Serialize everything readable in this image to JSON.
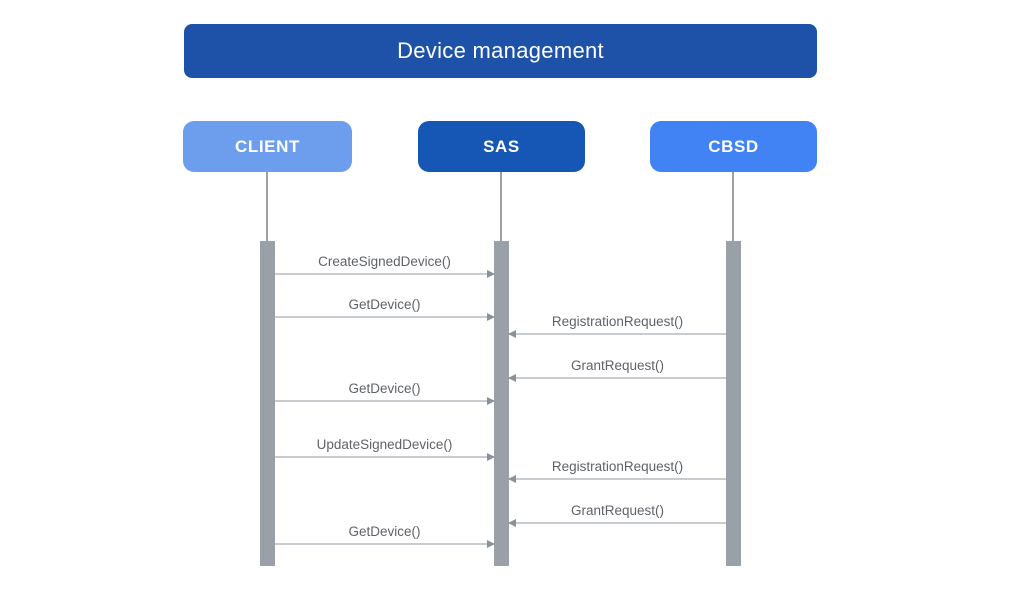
{
  "diagram": {
    "title": "Device management",
    "actors": [
      {
        "name": "CLIENT",
        "color": "#6d9eee"
      },
      {
        "name": "SAS",
        "color": "#1656b4"
      },
      {
        "name": "CBSD",
        "color": "#4183f5"
      }
    ],
    "messages": [
      {
        "label": "CreateSignedDevice()",
        "from": "CLIENT",
        "to": "SAS",
        "direction": "right"
      },
      {
        "label": "GetDevice()",
        "from": "CLIENT",
        "to": "SAS",
        "direction": "right"
      },
      {
        "label": "RegistrationRequest()",
        "from": "CBSD",
        "to": "SAS",
        "direction": "left"
      },
      {
        "label": "GrantRequest()",
        "from": "CBSD",
        "to": "SAS",
        "direction": "left"
      },
      {
        "label": "GetDevice()",
        "from": "CLIENT",
        "to": "SAS",
        "direction": "right"
      },
      {
        "label": "UpdateSignedDevice()",
        "from": "CLIENT",
        "to": "SAS",
        "direction": "right"
      },
      {
        "label": "RegistrationRequest()",
        "from": "CBSD",
        "to": "SAS",
        "direction": "left"
      },
      {
        "label": "GrantRequest()",
        "from": "CBSD",
        "to": "SAS",
        "direction": "left"
      },
      {
        "label": "GetDevice()",
        "from": "CLIENT",
        "to": "SAS",
        "direction": "right"
      }
    ],
    "colors": {
      "background": "#ffffff",
      "title_bg": "#1d52a8",
      "title_text": "#ffffff",
      "client_bg": "#6d9eee",
      "sas_bg": "#1656b4",
      "cbsd_bg": "#4183f5",
      "actor_text": "#ffffff",
      "lifeline": "#9aa0a6",
      "activation_bar": "#9aa0a8",
      "message_line": "#c8ccd1",
      "arrowhead": "#8a9198",
      "message_text": "#5f6368"
    }
  }
}
